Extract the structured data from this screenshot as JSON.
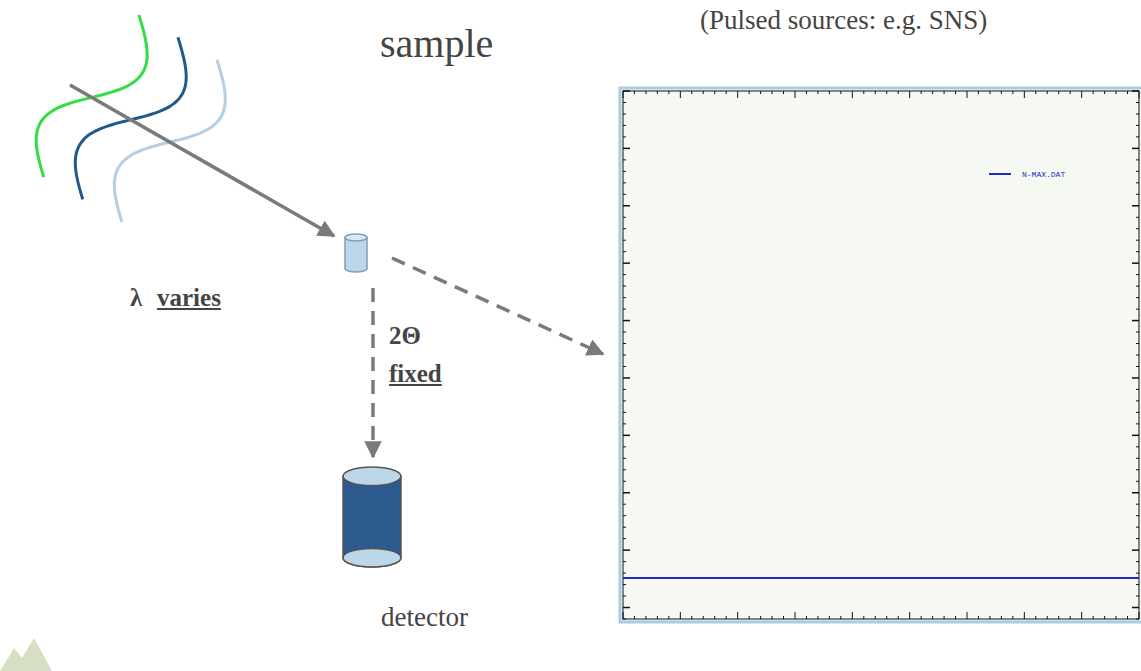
{
  "diagram": {
    "title": "(Pulsed sources: e.g. SNS)",
    "nodes": [
      {
        "text": [
          "sample"
        ]
      },
      {
        "text": [
          "detector"
        ]
      }
    ],
    "edges": [
      {
        "from": 0,
        "to": 1,
        "arrow": "to"
      }
    ],
    "labels": [
      "λ",
      "varies",
      "2Θ",
      "fixed"
    ],
    "legend": [
      {
        "text": "N-MAX.DAT"
      }
    ]
  }
}
